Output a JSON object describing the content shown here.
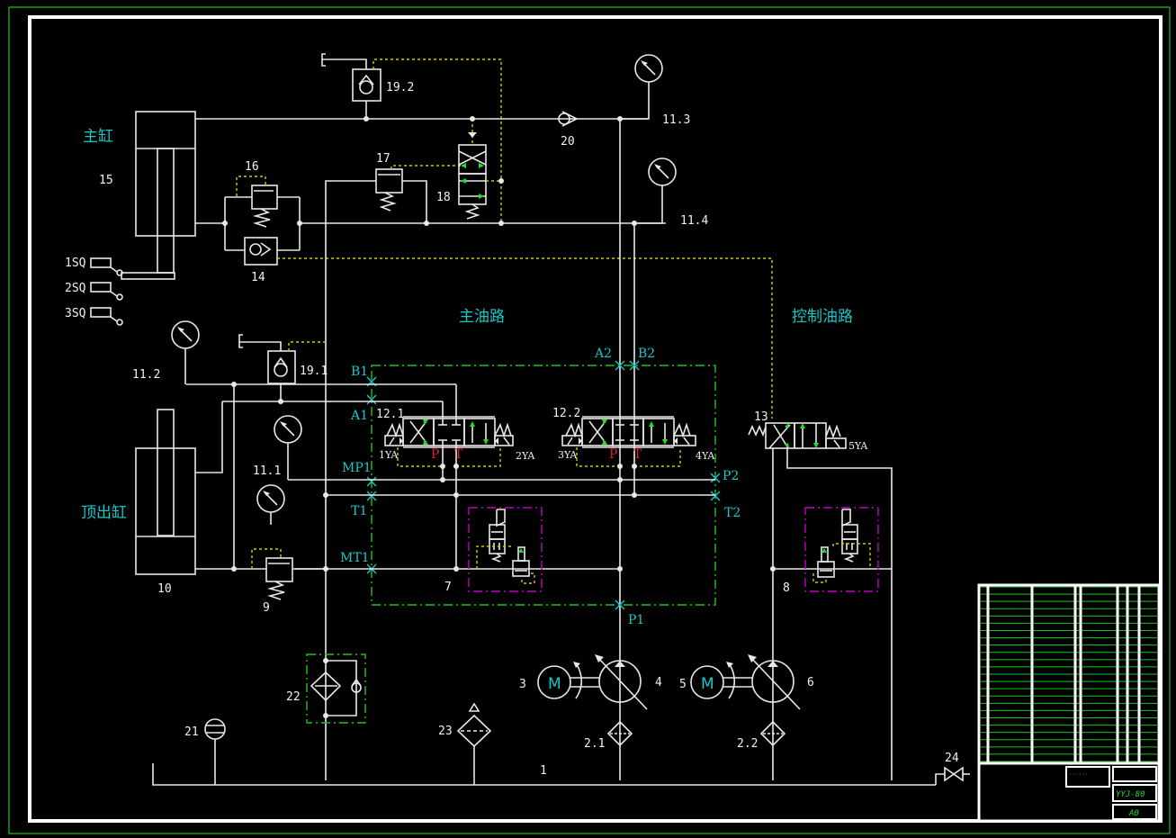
{
  "drawing": {
    "type": "hydraulic-schematic",
    "section_labels": {
      "main_cylinder": "主缸",
      "ejector_cylinder": "顶出缸",
      "main_circuit": "主油路",
      "control_circuit": "控制油路"
    },
    "components": {
      "c1": "1",
      "c2_1": "2.1",
      "c2_2": "2.2",
      "c3": "3",
      "c4": "4",
      "c5": "5",
      "c6": "6",
      "c7": "7",
      "c8": "8",
      "c9": "9",
      "c10": "10",
      "c11_1": "11.1",
      "c11_2": "11.2",
      "c11_3": "11.3",
      "c11_4": "11.4",
      "c12_1": "12.1",
      "c12_2": "12.2",
      "c13": "13",
      "c14": "14",
      "c15": "15",
      "c16": "16",
      "c17": "17",
      "c18": "18",
      "c19_1": "19.1",
      "c19_2": "19.2",
      "c20": "20",
      "c21": "21",
      "c22": "22",
      "c23": "23",
      "c24": "24"
    },
    "limit_switches": [
      "1SQ",
      "2SQ",
      "3SQ"
    ],
    "solenoids": [
      "1YA",
      "2YA",
      "3YA",
      "4YA",
      "5YA"
    ],
    "ports": {
      "A1": "A1",
      "B1": "B1",
      "A2": "A2",
      "B2": "B2",
      "MP1": "MP1",
      "P2": "P2",
      "T1": "T1",
      "T2": "T2",
      "MT1": "MT1",
      "P1": "P1"
    },
    "valve_ports": {
      "p": "P",
      "t": "T"
    },
    "motor_symbol": "M"
  },
  "title_block": {
    "drawing_number": "YYJ-80",
    "sheet_size": "A0",
    "parts_rows": 24
  }
}
